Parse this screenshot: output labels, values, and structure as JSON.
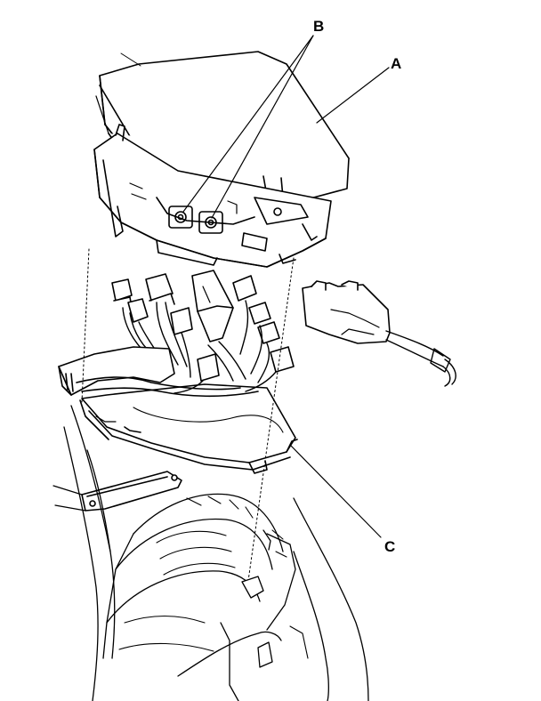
{
  "labels": {
    "a": "A",
    "b": "B",
    "c": "C"
  },
  "parts": {
    "a": "fuse-box-cover",
    "b": "mounting-bolts",
    "c": "fuse-box-lower-tray"
  },
  "colors": {
    "line": "#000000",
    "background": "#ffffff"
  }
}
